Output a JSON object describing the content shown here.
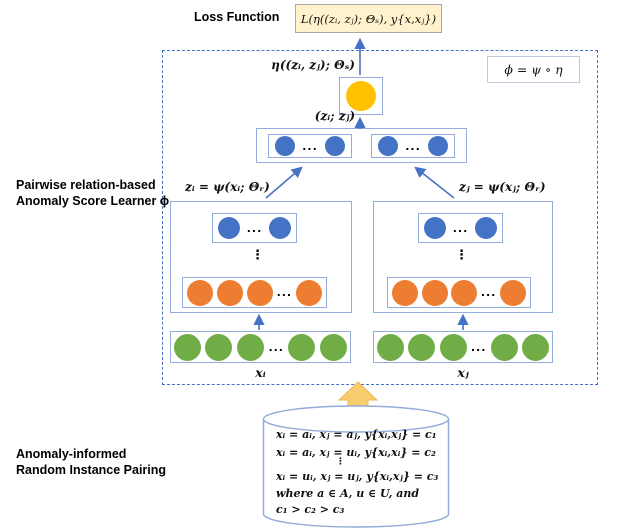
{
  "colors": {
    "blue": "#4472C4",
    "orange": "#ED7D31",
    "green": "#70AD47",
    "gold": "#FFC000",
    "cream": "#FFF2CC",
    "arrow_gold": "#F9CD6D",
    "box_border": "#93ACD9",
    "dash_border": "#4472C4"
  },
  "loss": {
    "label": "Loss Function",
    "formula": "L(η((zᵢ, zⱼ); Θₛ), y{x,xⱼ})"
  },
  "network": {
    "phi_formula": "ϕ = ψ ∘ η",
    "eta_formula": "η((zᵢ, zⱼ); Θₛ)",
    "concat_label": "(zᵢ; zⱼ)",
    "zi_formula": "zᵢ = ψ(xᵢ; Θᵣ)",
    "zj_formula": "zⱼ = ψ(xⱼ; Θᵣ)",
    "xi_label": "xᵢ",
    "xj_label": "xⱼ",
    "ellipsis_h": "...",
    "ellipsis_v": "⋮"
  },
  "side_labels": {
    "learner_line1": "Pairwise relation-based",
    "learner_line2": "Anomaly Score Learner ϕ",
    "pairing_line1": "Anomaly-informed",
    "pairing_line2": "Random Instance Pairing"
  },
  "cylinder": {
    "line1": "xᵢ = aᵢ, xⱼ = aⱼ, y{xᵢ,xⱼ} = c₁",
    "line2": "xᵢ = aᵢ, xⱼ = uᵢ, y{xᵢ,xᵢ} = c₂",
    "dots": "⋮",
    "line3": "xᵢ = uᵢ, xⱼ = uⱼ, y{xᵢ,xⱼ} = c₃",
    "line4": "where a ∈ A, u ∈ U, and",
    "line5": "c₁ > c₂ > c₃"
  }
}
